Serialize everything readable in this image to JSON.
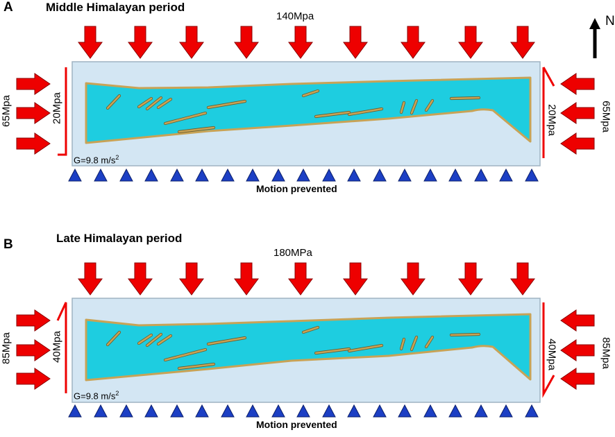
{
  "north": {
    "label": "N"
  },
  "panels": [
    {
      "letter": "A",
      "title": "Middle Himalayan period",
      "top_stress": "140Mpa",
      "left_stress": "65Mpa",
      "left_shear": "20Mpa",
      "right_stress": "65Mpa",
      "right_shear": "20Mpa",
      "gravity_prefix": "G=9.8 m/s",
      "gravity_exp": "2",
      "boundary": "Motion prevented"
    },
    {
      "letter": "B",
      "title": "Late Himalayan period",
      "top_stress": "180MPa",
      "left_stress": "85Mpa",
      "left_shear": "40Mpa",
      "right_stress": "85Mpa",
      "right_shear": "40Mpa",
      "gravity_prefix": "G=9.8 m/s",
      "gravity_exp": "2",
      "boundary": "Motion prevented"
    }
  ],
  "colors": {
    "arrow": "#ee0000",
    "arrow_outline": "#8a0000",
    "model_box": "#d3e6f3",
    "box_border": "#9fb3c2",
    "layer": "#1ecde0",
    "fault": "#c8a356",
    "support": "#1c3fc4"
  }
}
